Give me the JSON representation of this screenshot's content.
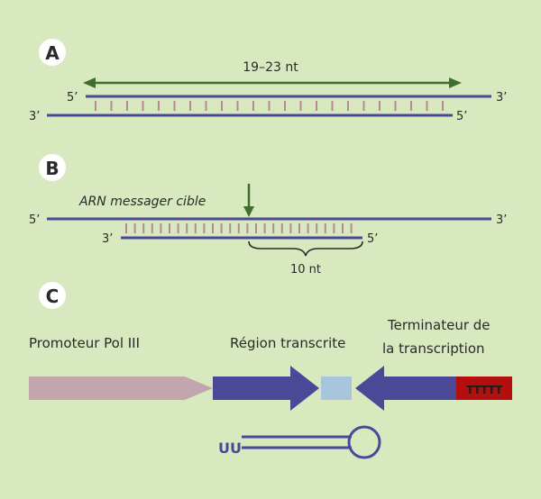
{
  "colors": {
    "background": "#d9e9bf",
    "strand": "#4a4897",
    "rung": "#b48a93",
    "arrow_green": "#3f6f2a",
    "promoter": "#c3a6ad",
    "transcribed": "#4a4897",
    "loop_box": "#a7c6de",
    "terminator_red": "#b40f0f"
  },
  "panel_a": {
    "label": "A",
    "length_label": "19–23 nt",
    "top_left_end": "5’",
    "top_right_end": "3’",
    "bottom_left_end": "3’",
    "bottom_right_end": "5’"
  },
  "panel_b": {
    "label": "B",
    "target_label": "ARN messager cible",
    "top_left_end": "5’",
    "top_right_end": "3’",
    "bottom_left_end": "3’",
    "bottom_right_end": "5’",
    "brace_label": "10 nt"
  },
  "panel_c": {
    "label": "C",
    "promoter_label": "Promoteur Pol III",
    "region_label": "Région transcrite",
    "terminator_line1": "Terminateur de",
    "terminator_line2": "la transcription",
    "terminator_seq": "TTTTT",
    "hairpin_overhang": "UU"
  }
}
